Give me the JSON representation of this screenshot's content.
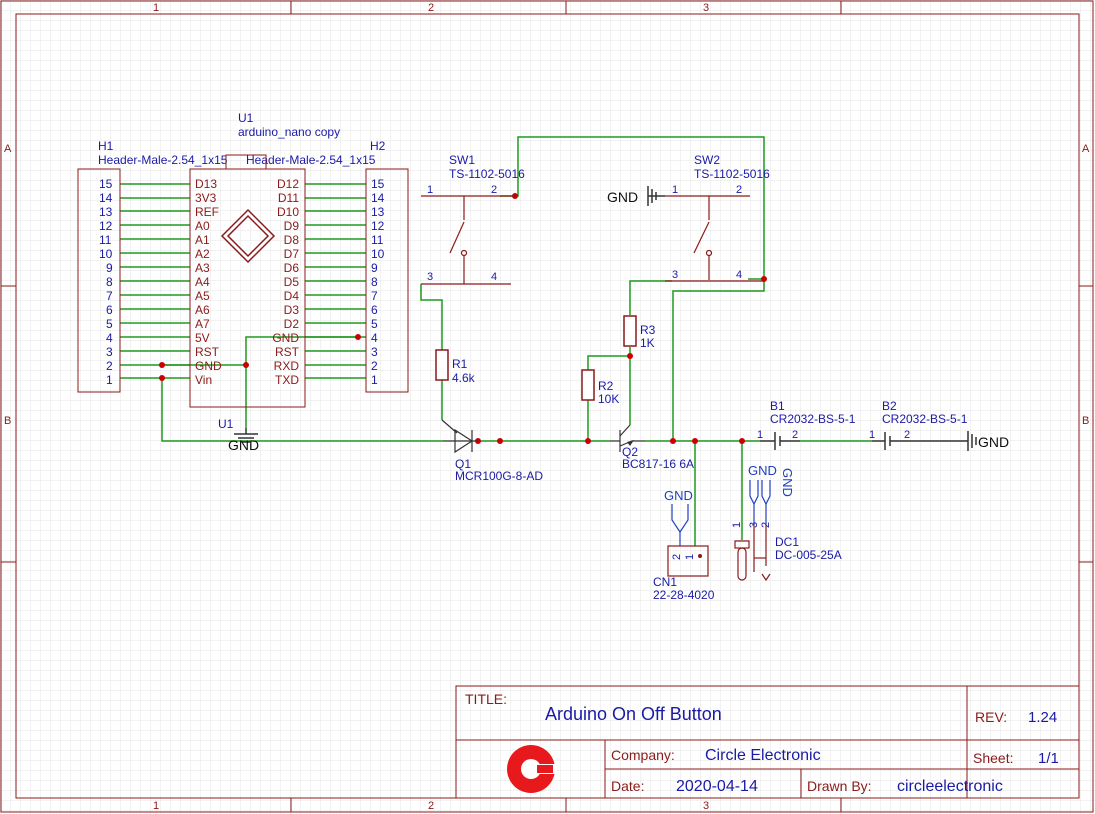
{
  "border": {
    "columns": [
      "1",
      "2",
      "3"
    ],
    "rows": [
      "A",
      "B"
    ]
  },
  "colors": {
    "frame": "#8b1a1a",
    "wire": "#1e9a1e",
    "text_blue": "#1a1aa6",
    "text_maroon": "#8b1a1a",
    "grid": "#e6e6e6",
    "junction": "#cc0000",
    "net_label": "#2040c0"
  },
  "title_block": {
    "title_label": "TITLE:",
    "title": "Arduino On Off Button",
    "rev_label": "REV:",
    "rev": "1.24",
    "company_label": "Company:",
    "company": "Circle Electronic",
    "sheet_label": "Sheet:",
    "sheet": "1/1",
    "date_label": "Date:",
    "date": "2020-04-14",
    "drawn_label": "Drawn By:",
    "drawn_by": "circleelectronic"
  },
  "components": {
    "u1": {
      "ref": "U1",
      "value": "arduino_nano copy",
      "ref2": "U1",
      "left_pins": [
        "D13",
        "3V3",
        "REF",
        "A0",
        "A1",
        "A2",
        "A3",
        "A4",
        "A5",
        "A6",
        "A7",
        "5V",
        "RST",
        "GND",
        "Vin"
      ],
      "right_pins": [
        "D12",
        "D11",
        "D10",
        "D9",
        "D8",
        "D7",
        "D6",
        "D5",
        "D4",
        "D3",
        "D2",
        "GND",
        "RST",
        "RXD",
        "TXD"
      ]
    },
    "h1": {
      "ref": "H1",
      "value": "Header-Male-2.54_1x15",
      "pins": [
        "15",
        "14",
        "13",
        "12",
        "11",
        "10",
        "9",
        "8",
        "7",
        "6",
        "5",
        "4",
        "3",
        "2",
        "1"
      ]
    },
    "h2": {
      "ref": "H2",
      "value": "Header-Male-2.54_1x15",
      "pins": [
        "15",
        "14",
        "13",
        "12",
        "11",
        "10",
        "9",
        "8",
        "7",
        "6",
        "5",
        "4",
        "3",
        "2",
        "1"
      ]
    },
    "sw1": {
      "ref": "SW1",
      "value": "TS-1102-5016",
      "p1": "1",
      "p2": "2",
      "p3": "3",
      "p4": "4"
    },
    "sw2": {
      "ref": "SW2",
      "value": "TS-1102-5016",
      "p1": "1",
      "p2": "2",
      "p3": "3",
      "p4": "4"
    },
    "r1": {
      "ref": "R1",
      "value": "4.6k"
    },
    "r2": {
      "ref": "R2",
      "value": "10K"
    },
    "r3": {
      "ref": "R3",
      "value": "1K"
    },
    "q1": {
      "ref": "Q1",
      "value": "MCR100G-8-AD"
    },
    "q2": {
      "ref": "Q2",
      "value": "BC817-16 6A"
    },
    "b1": {
      "ref": "B1",
      "value": "CR2032-BS-5-1",
      "p1": "1",
      "p2": "2"
    },
    "b2": {
      "ref": "B2",
      "value": "CR2032-BS-5-1",
      "p1": "1",
      "p2": "2"
    },
    "cn1": {
      "ref": "CN1",
      "value": "22-28-4020",
      "p1": "1",
      "p2": "2"
    },
    "dc1": {
      "ref": "DC1",
      "value": "DC-005-25A",
      "p1": "1",
      "p2": "2",
      "p3": "3"
    }
  },
  "nets": {
    "gnd_u1": "GND",
    "gnd_sw2": "GND",
    "gnd_b2": "GND",
    "gnd_cn1": "GND",
    "gnd_dc1a": "GND",
    "gnd_dc1b": "GND"
  }
}
